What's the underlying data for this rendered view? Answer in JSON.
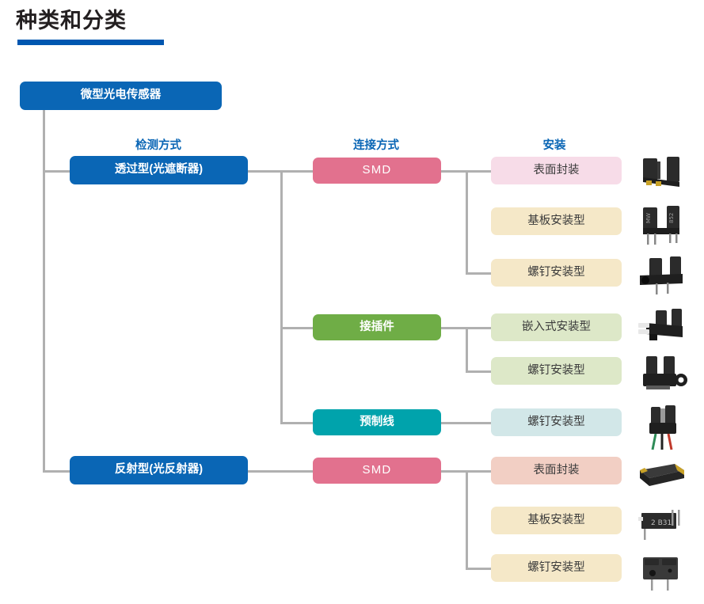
{
  "page": {
    "title": "种类和分类",
    "accent_color": "#0057b0"
  },
  "colors": {
    "blue": "#0a66b5",
    "pink": "#e2718e",
    "green": "#6fad46",
    "teal": "#00a3ac",
    "light_pink": "#f7dce8",
    "cream": "#f5e8c8",
    "light_green": "#dde8c8",
    "light_blue": "#d2e7e8",
    "salmon": "#f2cfc4",
    "connector": "#b0b0b0"
  },
  "root": {
    "label": "微型光电传感器"
  },
  "column_headers": [
    {
      "key": "detection",
      "label": "检测方式"
    },
    {
      "key": "connection",
      "label": "连接方式"
    },
    {
      "key": "mounting",
      "label": "安装"
    }
  ],
  "detection_types": [
    {
      "key": "through-beam",
      "label": "透过型(光遮断器)"
    },
    {
      "key": "reflective",
      "label": "反射型(光反射器)"
    }
  ],
  "connection_types": [
    {
      "key": "smd-through",
      "label": "SMD"
    },
    {
      "key": "connector",
      "label": "接插件"
    },
    {
      "key": "prewired",
      "label": "预制线"
    },
    {
      "key": "smd-reflective",
      "label": "SMD"
    }
  ],
  "mounting_types": [
    {
      "key": "surface-mount-1",
      "label": "表面封装"
    },
    {
      "key": "pcb-mount-1",
      "label": "基板安装型"
    },
    {
      "key": "screw-mount-1",
      "label": "螺钉安装型"
    },
    {
      "key": "embedded-mount",
      "label": "嵌入式安装型"
    },
    {
      "key": "screw-mount-2",
      "label": "螺钉安装型"
    },
    {
      "key": "screw-mount-3",
      "label": "螺钉安装型"
    },
    {
      "key": "surface-mount-2",
      "label": "表面封装"
    },
    {
      "key": "pcb-mount-2",
      "label": "基板安装型"
    },
    {
      "key": "screw-mount-4",
      "label": "螺钉安装型"
    }
  ],
  "product_photos": [
    {
      "key": "photo-surface-mount-interrupter",
      "alt": "photo-interrupter-smd"
    },
    {
      "key": "photo-pcb-mount-interrupter",
      "alt": "photo-interrupter-through-hole"
    },
    {
      "key": "photo-screw-mount-interrupter",
      "alt": "photo-interrupter-screw"
    },
    {
      "key": "photo-embedded-connector",
      "alt": "photo-interrupter-connector"
    },
    {
      "key": "photo-screw-connector",
      "alt": "photo-interrupter-connector-screw"
    },
    {
      "key": "photo-prewired-interrupter",
      "alt": "photo-interrupter-prewired"
    },
    {
      "key": "photo-surface-mount-reflective",
      "alt": "photo-reflector-smd"
    },
    {
      "key": "photo-pcb-mount-reflective",
      "alt": "photo-reflector-through-hole"
    },
    {
      "key": "photo-screw-mount-reflective",
      "alt": "photo-reflector-screw"
    }
  ]
}
